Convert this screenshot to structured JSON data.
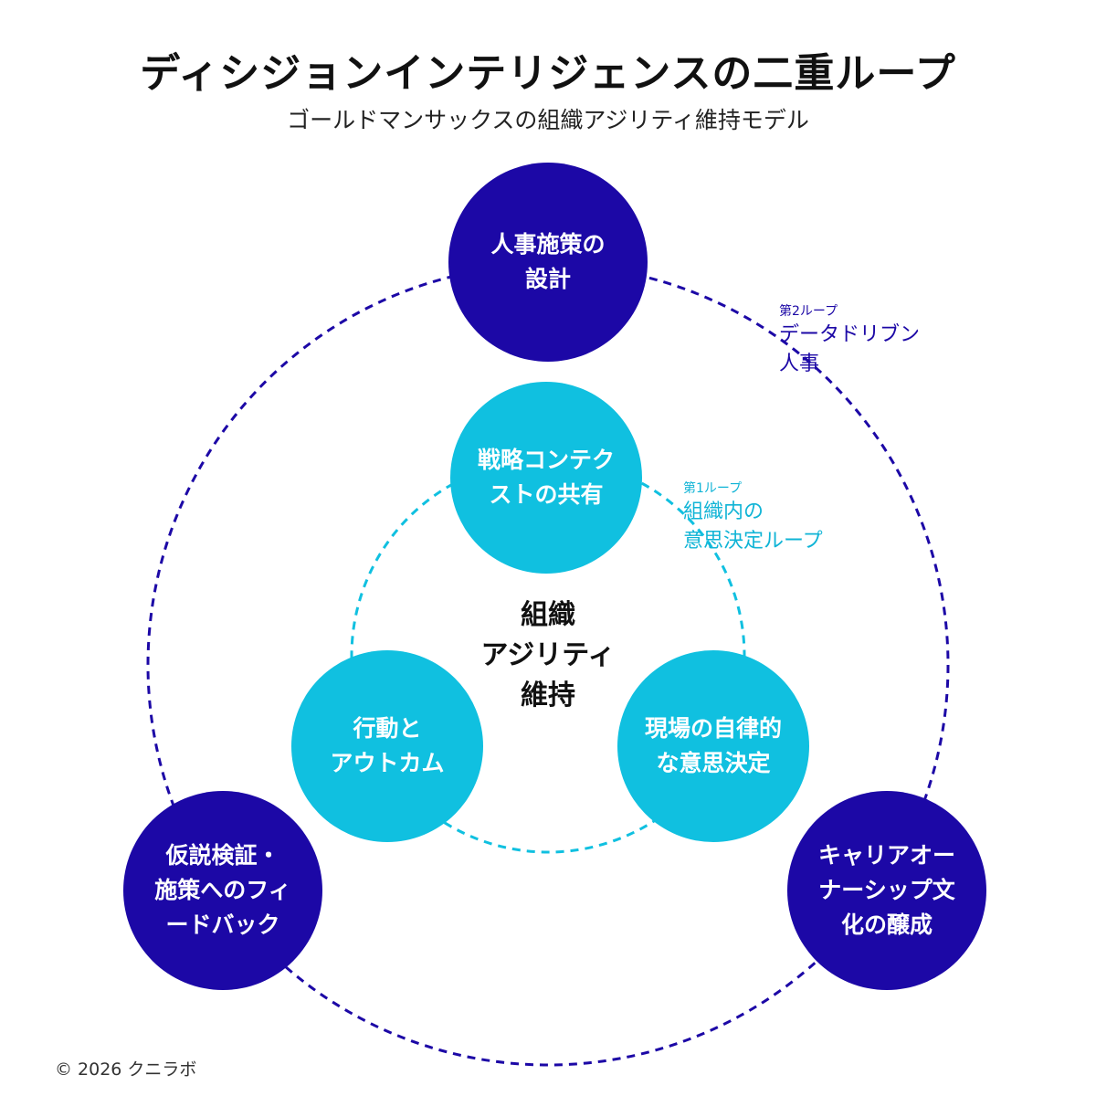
{
  "title": "ディシジョンインテリジェンスの二重ループ",
  "subtitle": "ゴールドマンサックスの組織アジリティ維持モデル",
  "colors": {
    "outer_loop": "#1c08a6",
    "inner_loop": "#10c0e0",
    "outer_node": "#1c08a6",
    "inner_node": "#10c0e0"
  },
  "outer_loop": {
    "tag": "第2ループ",
    "name_lines": [
      "データドリブン",
      "人事"
    ],
    "nodes": [
      {
        "lines": [
          "人事施策の",
          "設計"
        ]
      },
      {
        "lines": [
          "キャリアオー",
          "ナーシップ文",
          "化の醸成"
        ]
      },
      {
        "lines": [
          "仮説検証・",
          "施策へのフィ",
          "ードバック"
        ]
      }
    ]
  },
  "inner_loop": {
    "tag": "第1ループ",
    "name_lines": [
      "組織内の",
      "意思決定ループ"
    ],
    "nodes": [
      {
        "lines": [
          "戦略コンテク",
          "ストの共有"
        ]
      },
      {
        "lines": [
          "現場の自律的",
          "な意思決定"
        ]
      },
      {
        "lines": [
          "行動と",
          "アウトカム"
        ]
      }
    ]
  },
  "center": {
    "lines": [
      "組織",
      "アジリティ",
      "維持"
    ]
  },
  "footer": "© 2026 クニラボ"
}
